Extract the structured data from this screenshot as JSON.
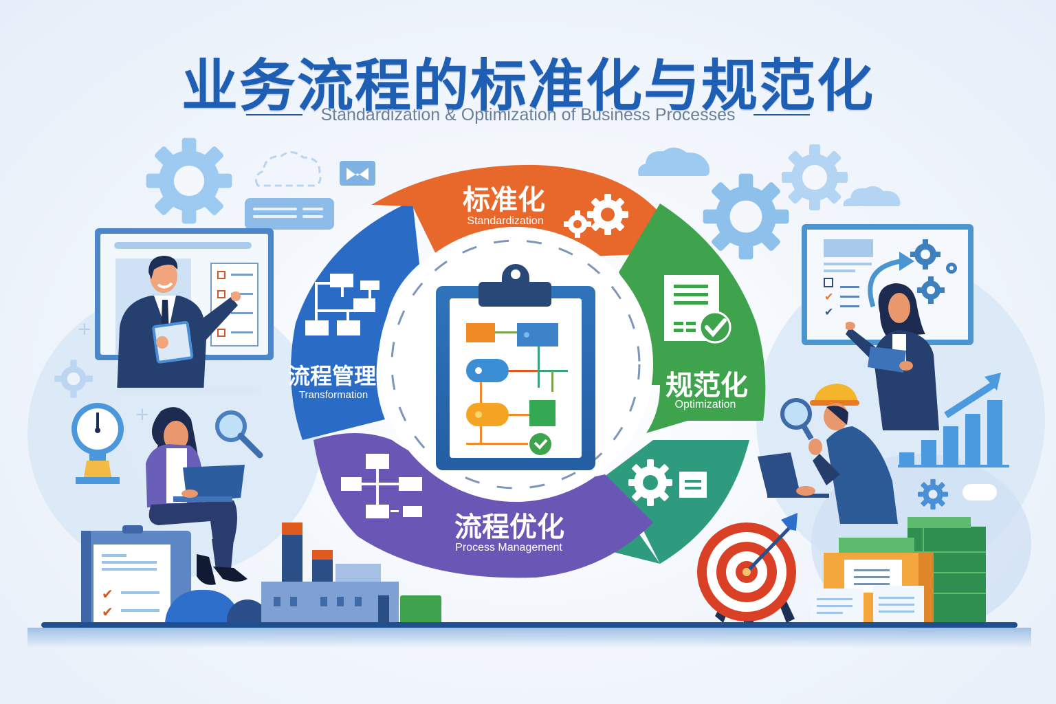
{
  "header": {
    "title": "业务流程的标准化与规范化",
    "subtitle": "Standardization & Optimization of Business Processes"
  },
  "cycle": {
    "segments": [
      {
        "id": "top",
        "title": "标准化",
        "subtitle": "Standardization",
        "color": "#e8672a",
        "icon": "gears-icon"
      },
      {
        "id": "right",
        "title": "规范化",
        "subtitle": "Optimization",
        "color": "#3fa34d",
        "icon": "document-check-icon"
      },
      {
        "id": "bottom-right",
        "title": "",
        "subtitle": "",
        "color": "#2e9b7e",
        "icon": "gear-list-icon"
      },
      {
        "id": "bottom",
        "title": "流程优化",
        "subtitle": "Process Management",
        "color": "#6a56b5",
        "icon": "flowchart-icon"
      },
      {
        "id": "left",
        "title": "流程管理",
        "subtitle": "Transformation",
        "color": "#2a6cc5",
        "icon": "org-chart-icon"
      }
    ],
    "center": {
      "icon": "clipboard-flowchart-icon"
    }
  },
  "illustrations": {
    "left_top": "presenter-with-checklist",
    "left_bottom": "woman-with-laptop",
    "right_top": "woman-presenting-gears",
    "right_bottom": "worker-with-magnifier",
    "bottom_right": "target-and-documents",
    "bottom_left": "factory-and-checklist"
  },
  "colors": {
    "title": "#1f5fb3",
    "subtitle": "#6b7f99",
    "orange": "#e8672a",
    "green": "#3fa34d",
    "teal": "#2e9b7e",
    "purple": "#6a56b5",
    "blue": "#2a6cc5",
    "navy": "#1f3e6e"
  }
}
